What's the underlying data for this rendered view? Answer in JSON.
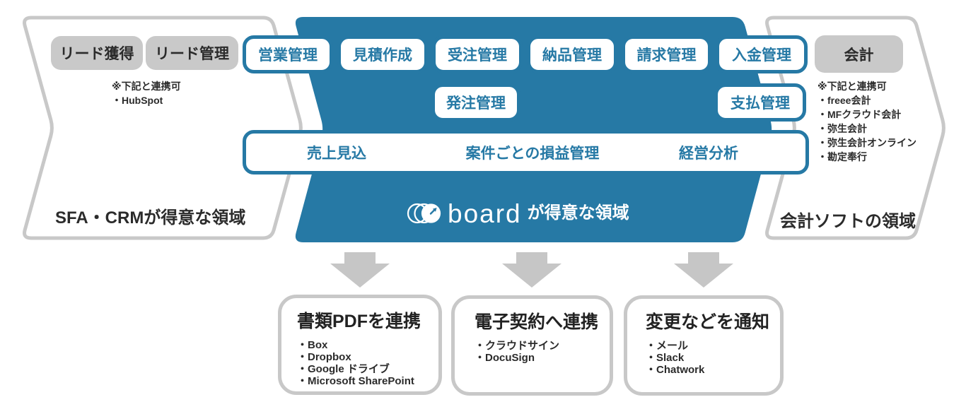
{
  "colors": {
    "brand_blue": "#2679a5",
    "border_gray": "#c8c8c8",
    "button_gray": "#c9c9c9",
    "arrow_gray": "#c6c6c6",
    "text_dark": "#2b2b2b",
    "white": "#ffffff"
  },
  "left_region": {
    "buttons": {
      "lead_gen": "リード獲得",
      "lead_mgmt": "リード管理"
    },
    "note_title": "※下記と連携可",
    "note_items": [
      "・HubSpot"
    ],
    "label": "SFA・CRMが得意な領域"
  },
  "center_region": {
    "row1": [
      "営業管理",
      "見積作成",
      "受注管理",
      "納品管理",
      "請求管理",
      "入金管理"
    ],
    "row2": [
      "発注管理",
      "支払管理"
    ],
    "bar_labels": [
      "売上見込",
      "案件ごとの損益管理",
      "経営分析"
    ],
    "logo_word": "board",
    "logo_suffix": "が得意な領域"
  },
  "right_region": {
    "buttons": {
      "accounting": "会計"
    },
    "note_title": "※下記と連携可",
    "note_items": [
      "・freee会計",
      "・MFクラウド会計",
      "・弥生会計",
      "・弥生会計オンライン",
      "・勘定奉行"
    ],
    "label": "会計ソフトの領域"
  },
  "bottom": {
    "boxes": [
      {
        "title": "書類PDFを連携",
        "items": [
          "・Box",
          "・Dropbox",
          "・Google ドライブ",
          "・Microsoft SharePoint"
        ]
      },
      {
        "title": "電子契約へ連携",
        "items": [
          "・クラウドサイン",
          "・DocuSign"
        ]
      },
      {
        "title": "変更などを通知",
        "items": [
          "・メール",
          "・Slack",
          "・Chatwork"
        ]
      }
    ]
  }
}
